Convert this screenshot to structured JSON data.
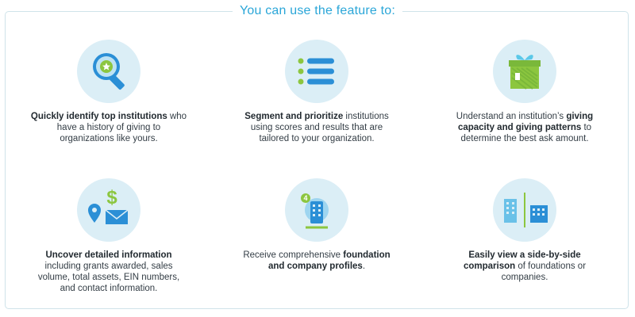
{
  "heading": "You can use the feature to:",
  "features": [
    {
      "icon": "magnifier-star-icon",
      "lead_bold": "Quickly identify top institutions",
      "text_after": " who have a history of giving to organizations like yours."
    },
    {
      "icon": "bullet-list-icon",
      "lead_bold": "Segment and prioritize",
      "text_after": " institutions using scores and results that are tailored to your organization."
    },
    {
      "icon": "gift-box-icon",
      "text_before": "Understand an institution’s ",
      "bold": "giving capacity and giving patterns",
      "text_after": " to determine the best ask amount."
    },
    {
      "icon": "map-pin-dollar-envelope-icon",
      "lead_bold": "Uncover detailed information",
      "text_after": " including grants awarded, sales volume, total assets, EIN numbers, and contact information."
    },
    {
      "icon": "building-profile-icon",
      "badge": "4",
      "text_before": "Receive comprehensive ",
      "bold": "foundation and company profiles",
      "text_after": "."
    },
    {
      "icon": "side-by-side-buildings-icon",
      "lead_bold": "Easily view a side-by-side comparison",
      "text_after": " of foundations or companies."
    }
  ],
  "colors": {
    "accent": "#2aa6d8",
    "green": "#8cc63f",
    "circle": "#dbeef6",
    "blue": "#2b8fd6"
  }
}
